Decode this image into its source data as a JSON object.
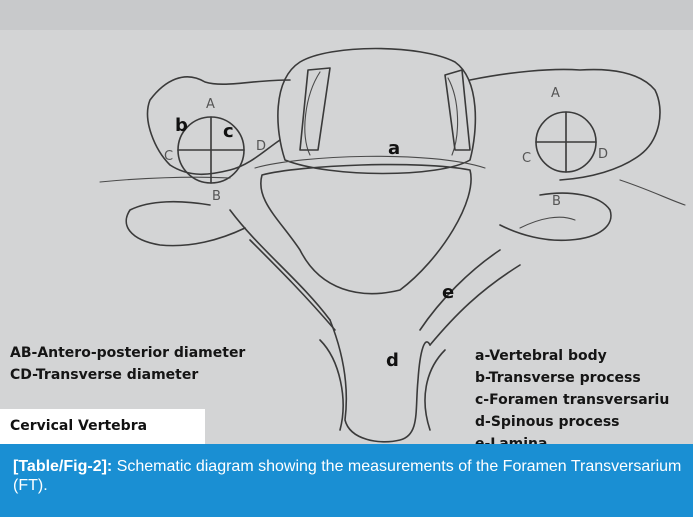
{
  "figure": {
    "part_labels": {
      "a": "a",
      "b": "b",
      "c": "c",
      "d": "d",
      "e": "e"
    },
    "hand_letters": [
      "A",
      "B",
      "C",
      "D",
      "A",
      "B",
      "C",
      "D"
    ],
    "legend_left": [
      "AB-Antero-posterior diameter",
      "CD-Transverse diameter"
    ],
    "legend_right": [
      "a-Vertebral body",
      "b-Transverse process",
      "c-Foramen transversariu",
      "d-Spinous process",
      "e-Lamina"
    ],
    "tag": "Cervical Vertebra"
  },
  "caption": {
    "label": "[Table/Fig-2]:",
    "text": " Schematic diagram showing the measurements of the Foramen Transversarium (FT)."
  },
  "colors": {
    "caption_bg": "#1a8fd3",
    "paper": "#d2d3d4",
    "pencil": "#3a3a3a"
  }
}
